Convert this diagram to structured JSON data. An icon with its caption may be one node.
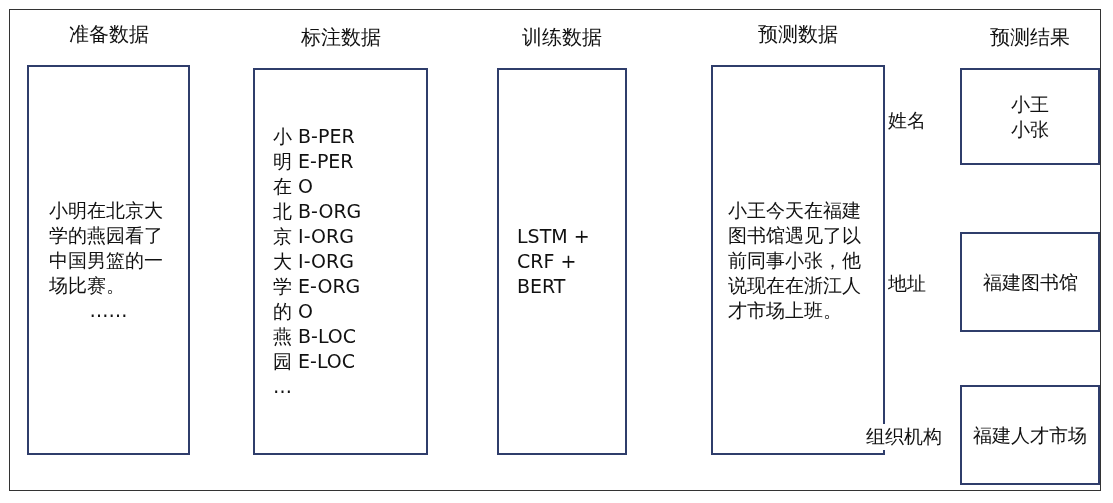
{
  "diagram": {
    "nodes": [
      {
        "text": [
          "准备数据",
          "小明在北京大学的燕园看了中国男篮的一场比赛。",
          "……"
        ]
      },
      {
        "text": [
          "标注数据",
          "小 B-PER",
          "明 E-PER",
          "在 O",
          "北 B-ORG",
          "京 I-ORG",
          "大 I-ORG",
          "学 E-ORG",
          "的 O",
          "燕 B-LOC",
          "园 E-LOC",
          "…"
        ]
      },
      {
        "text": [
          "训练数据",
          "LSTM + CRF + BERT"
        ]
      },
      {
        "text": [
          "预测数据",
          "小王今天在福建图书馆遇见了以前同事小张，他说现在在浙江人才市场上班。"
        ]
      },
      {
        "text": [
          "预测结果",
          "小王",
          "小张"
        ]
      },
      {
        "text": [
          "福建图书馆"
        ]
      },
      {
        "text": [
          "福建人才市场"
        ]
      }
    ],
    "edges": [],
    "labels": [
      "姓名",
      "地址",
      "组织机构"
    ]
  }
}
